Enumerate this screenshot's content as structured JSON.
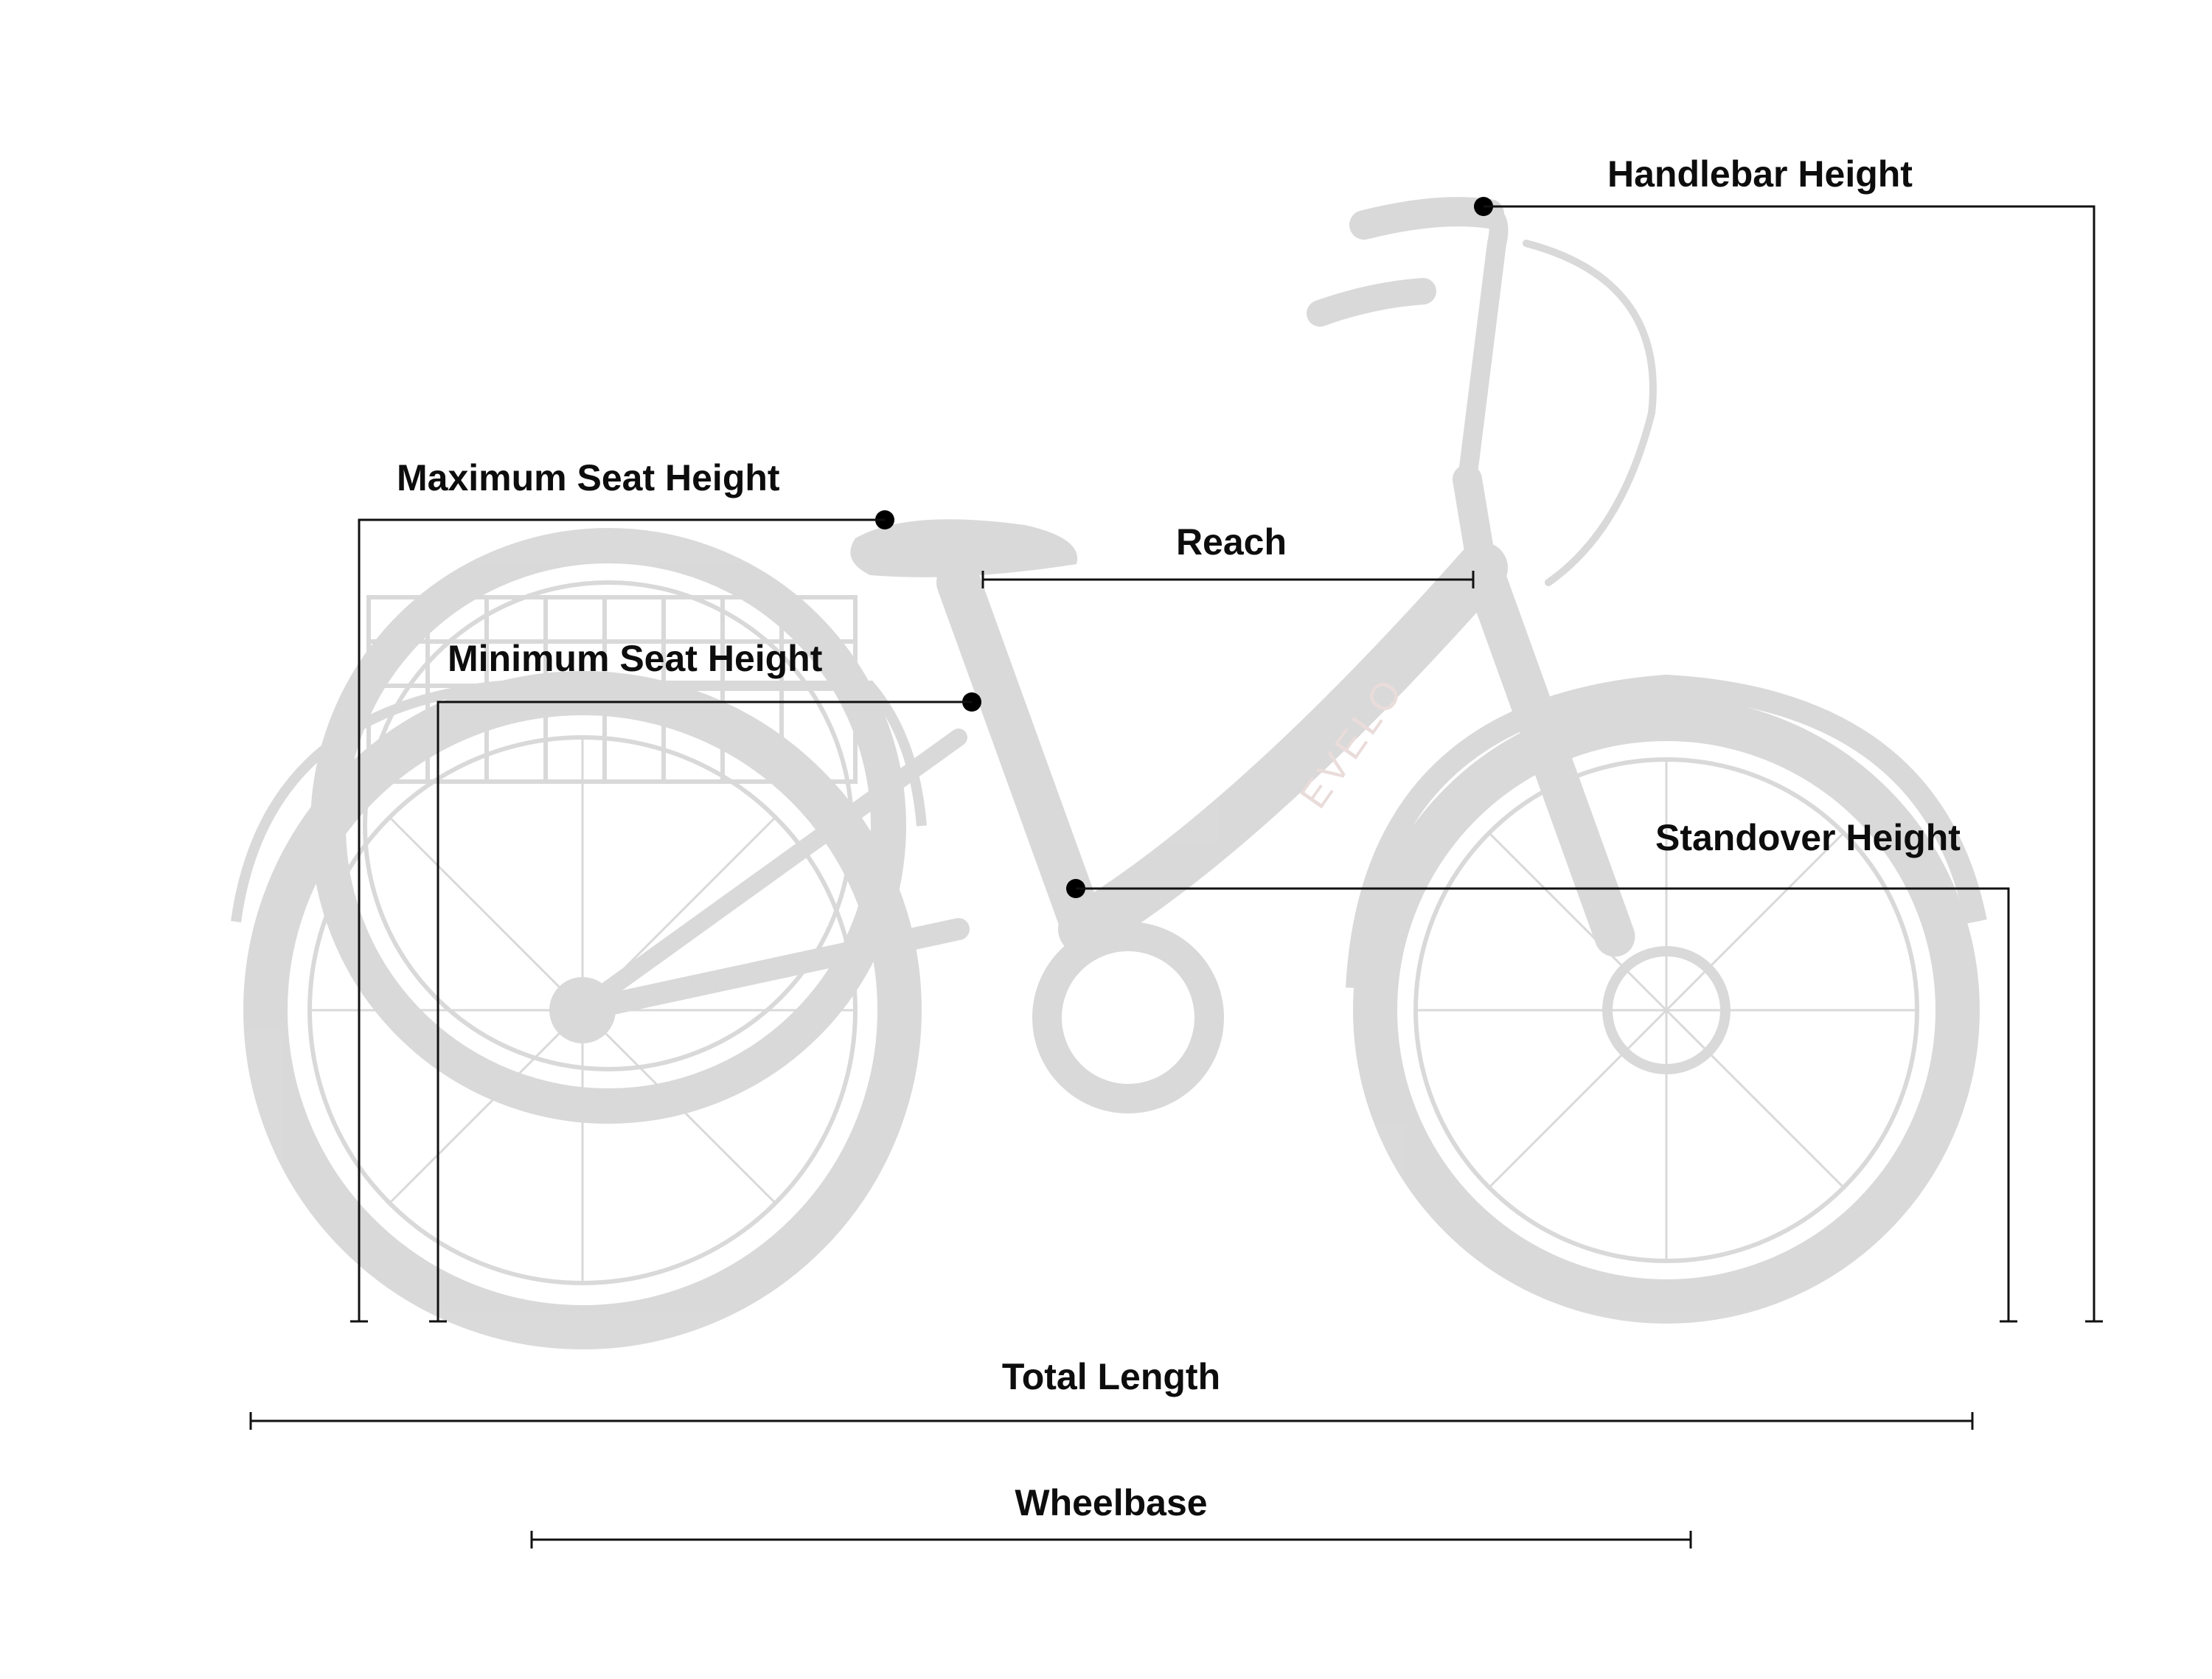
{
  "labels": {
    "handlebar_height": "Handlebar Height",
    "maximum_seat_height": "Maximum Seat Height",
    "reach": "Reach",
    "minimum_seat_height": "Minimum Seat Height",
    "standover_height": "Standover Height",
    "total_length": "Total Length",
    "wheelbase": "Wheelbase"
  },
  "watermark": {
    "brand_text": "EVELO"
  },
  "colors": {
    "line": "#111111",
    "dot": "#000000",
    "label": "#0d0d0d",
    "background": "#ffffff"
  }
}
